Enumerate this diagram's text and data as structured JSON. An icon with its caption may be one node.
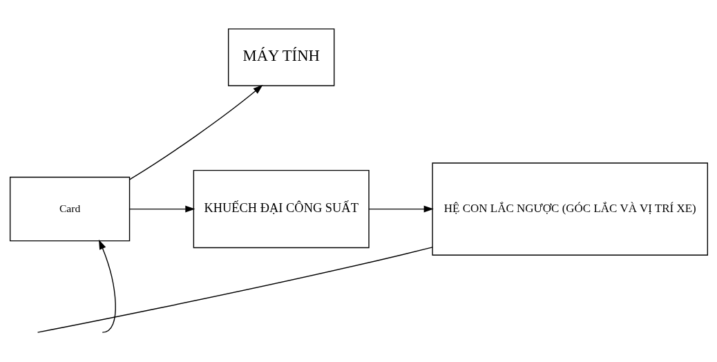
{
  "diagram": {
    "nodes": [
      {
        "text": [
          "MÁY TÍNH"
        ]
      },
      {
        "text": [
          "Card"
        ]
      },
      {
        "text": [
          "KHUẾCH ĐẠI CÔNG SUẤT"
        ]
      },
      {
        "text": [
          "HỆ CON LẮC NGƯỢC (GÓC LẮC VÀ VỊ TRÍ XE)"
        ]
      }
    ],
    "edges": [
      {
        "from": 1,
        "to": 0,
        "arrow": "to"
      },
      {
        "from": 1,
        "to": 2,
        "arrow": "to"
      },
      {
        "from": 2,
        "to": 3,
        "arrow": "to"
      },
      {
        "from": 3,
        "to": null,
        "arrow": "none"
      },
      {
        "from": null,
        "to": 1,
        "arrow": "to"
      }
    ]
  }
}
